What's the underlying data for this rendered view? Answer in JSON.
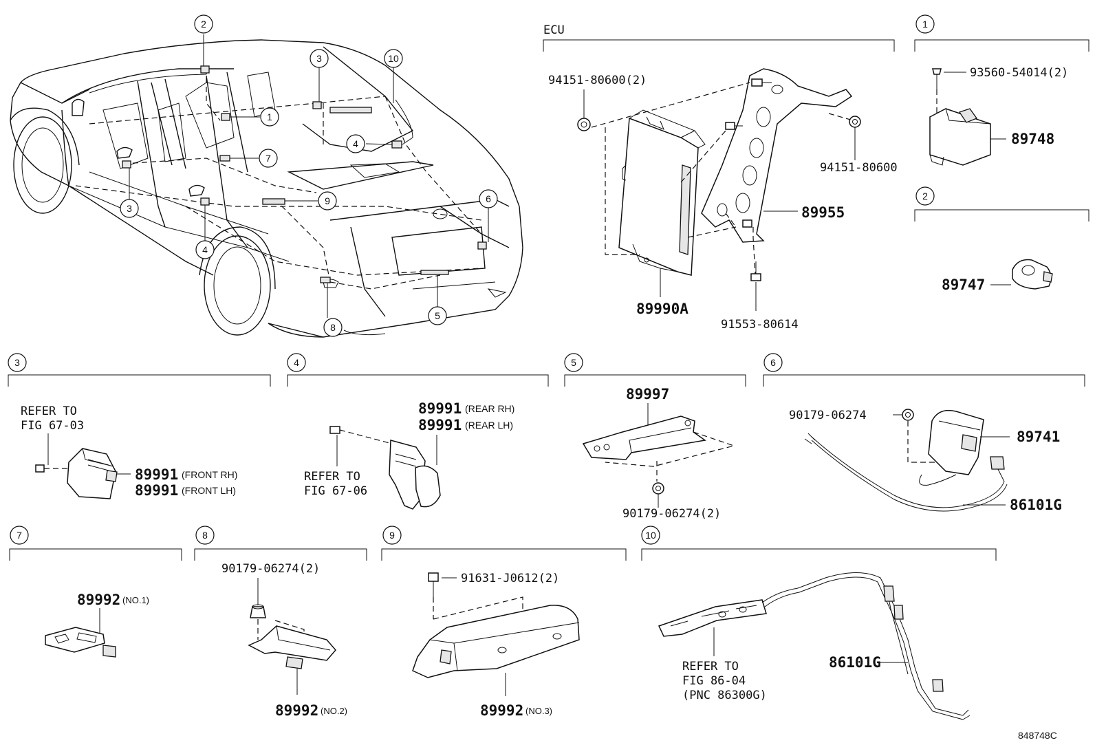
{
  "sections": {
    "ecu": "ECU",
    "s1": "1",
    "s2": "2",
    "s3": "3",
    "s4": "4",
    "s5": "5",
    "s6": "6",
    "s7": "7",
    "s8": "8",
    "s9": "9",
    "s10": "10"
  },
  "car_callouts": {
    "c1": "1",
    "c2": "2",
    "c3a": "3",
    "c3b": "3",
    "c4a": "4",
    "c4b": "4",
    "c5": "5",
    "c6": "6",
    "c7": "7",
    "c8": "8",
    "c9": "9",
    "c10": "10"
  },
  "ecu": {
    "nut_top_left": "94151-80600(2)",
    "nut_right": "94151-80600",
    "bracket": "89955",
    "ecu_unit": "89990A",
    "bolt": "91553-80614"
  },
  "p1": {
    "screw": "93560-54014(2)",
    "part": "89748"
  },
  "p2": {
    "part": "89747"
  },
  "p3": {
    "refer_1": "REFER TO",
    "refer_2": "FIG 67-03",
    "part_a": "89991",
    "part_a_note": "(FRONT RH)",
    "part_b": "89991",
    "part_b_note": "(FRONT LH)"
  },
  "p4": {
    "part_a": "89991",
    "part_a_note": "(REAR RH)",
    "part_b": "89991",
    "part_b_note": "(REAR LH)",
    "refer_1": "REFER TO",
    "refer_2": "FIG 67-06"
  },
  "p5": {
    "part": "89997",
    "nut": "90179-06274(2)"
  },
  "p6": {
    "nut": "90179-06274",
    "part": "89741",
    "harness": "86101G"
  },
  "p7": {
    "part": "89992",
    "note": "(NO.1)"
  },
  "p8": {
    "nut": "90179-06274(2)",
    "part": "89992",
    "note": "(NO.2)"
  },
  "p9": {
    "bolt": "91631-J0612(2)",
    "part": "89992",
    "note": "(NO.3)"
  },
  "p10": {
    "refer_1": "REFER TO",
    "refer_2": "FIG 86-04",
    "refer_3": "(PNC 86300G)",
    "harness": "86101G"
  },
  "footer": {
    "diagram_id": "848748C"
  }
}
